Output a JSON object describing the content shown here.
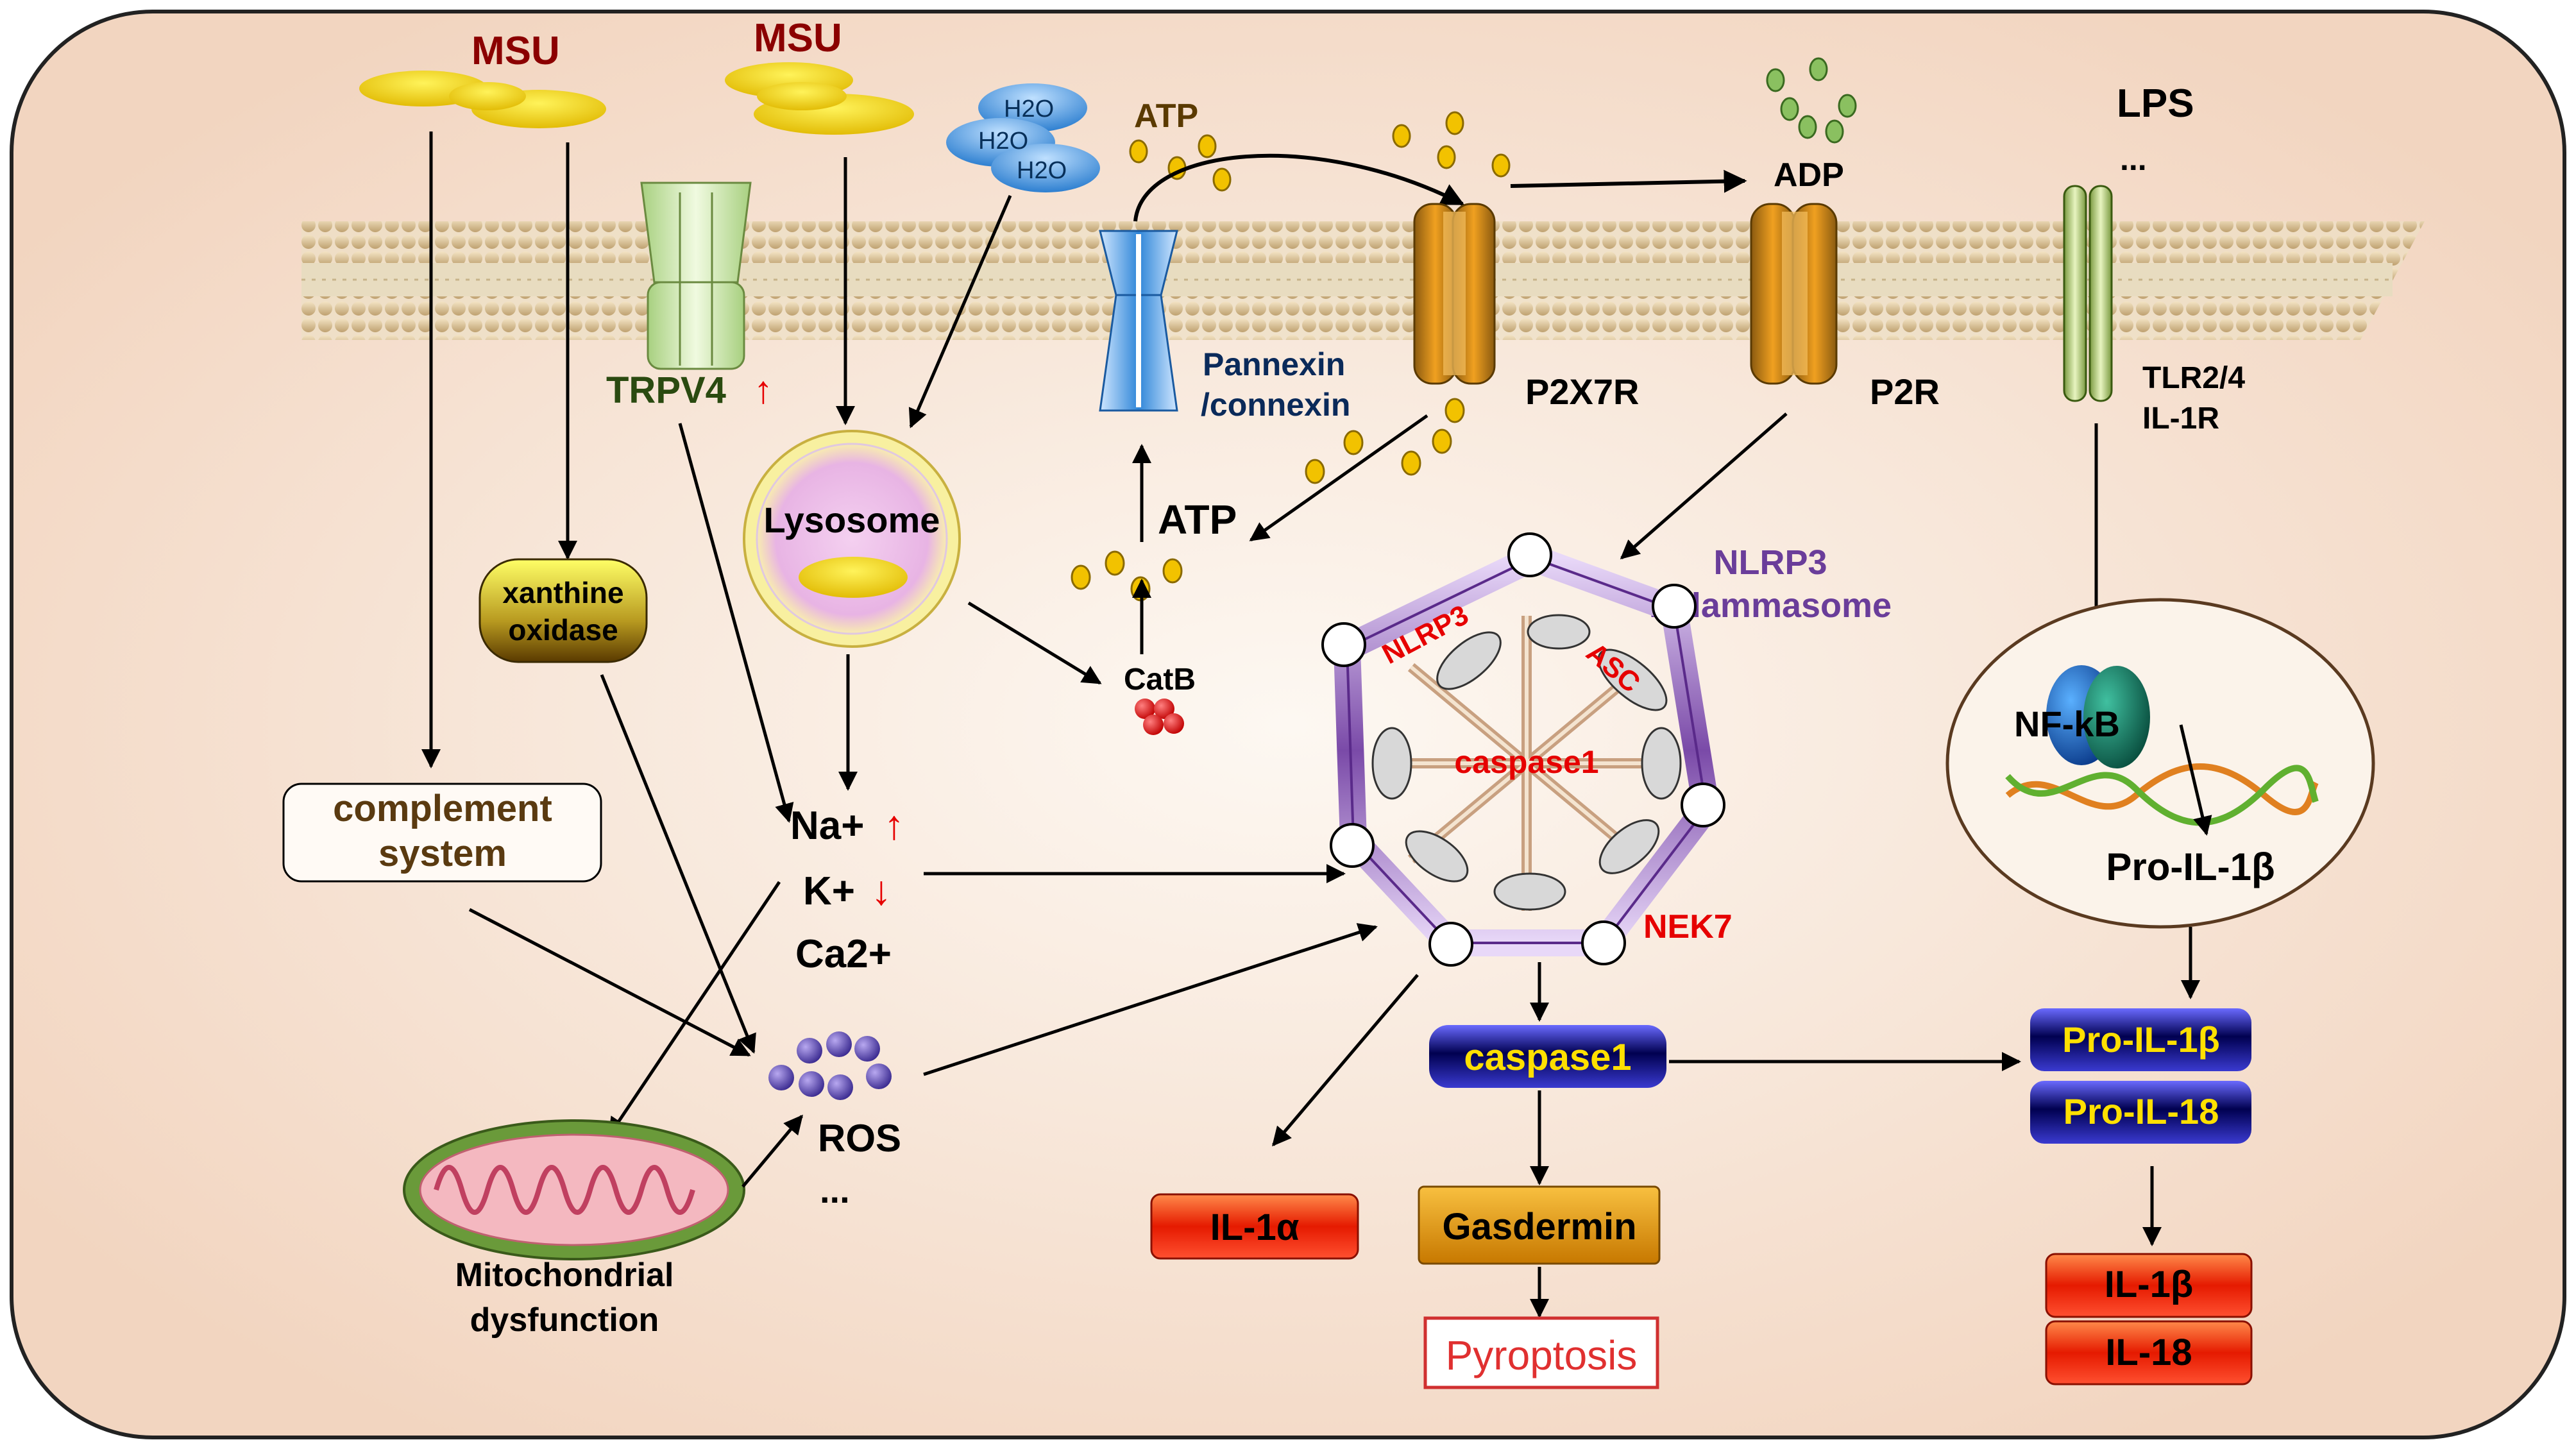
{
  "stimuli": {
    "msu_left": "MSU",
    "msu_center": "MSU",
    "h2o": [
      "H2O",
      "H2O",
      "H2O"
    ],
    "atp_top": "ATP",
    "adp": "ADP",
    "lps": "LPS",
    "lps_more": "..."
  },
  "receptors": {
    "trpv4": "TRPV4",
    "trpv4_arrow": "↑",
    "pannexin_line1": "Pannexin",
    "pannexin_line2": "/connexin",
    "p2x7r": "P2X7R",
    "p2r": "P2R",
    "tlr_line1": "TLR2/4",
    "tlr_line2": "IL-1R"
  },
  "cytosol": {
    "lysosome": "Lysosome",
    "xanthine_line1": "xanthine",
    "xanthine_line2": "oxidase",
    "complement_line1": "complement",
    "complement_line2": "system",
    "atp_inner": "ATP",
    "catb": "CatB",
    "na": "Na+",
    "na_arrow": "↑",
    "k": "K+",
    "k_arrow": "↓",
    "ca": "Ca2+",
    "ros": "ROS",
    "ros_more": "...",
    "mito_line1": "Mitochondrial",
    "mito_line2": "dysfunction"
  },
  "inflammasome": {
    "title_line1": "NLRP3",
    "title_line2": "Inflammasome",
    "nlrp3": "NLRP3",
    "asc": "ASC",
    "caspase1": "caspase1",
    "nek7": "NEK7"
  },
  "nucleus": {
    "nfkb": "NF-kB",
    "pro_il1b": "Pro-IL-1β"
  },
  "outputs": {
    "caspase1": "caspase1",
    "il1a": "IL-1α",
    "gasdermin": "Gasdermin",
    "pyroptosis": "Pyroptosis",
    "pro_il1b": "Pro-IL-1β",
    "pro_il18": "Pro-IL-18",
    "il1b": "IL-1β",
    "il18": "IL-18"
  },
  "colors": {
    "background_center": "#fdf6ef",
    "background_edge": "#f3d9c6",
    "membrane": "#d8c09a",
    "msu_yellow": "#f5d400",
    "label_red": "#e60000",
    "label_purple": "#6a3d9a",
    "caspase_box": "#1a1a8c",
    "il_box_red": "#e82a0a",
    "gasdermin_orange": "#e39a10"
  }
}
